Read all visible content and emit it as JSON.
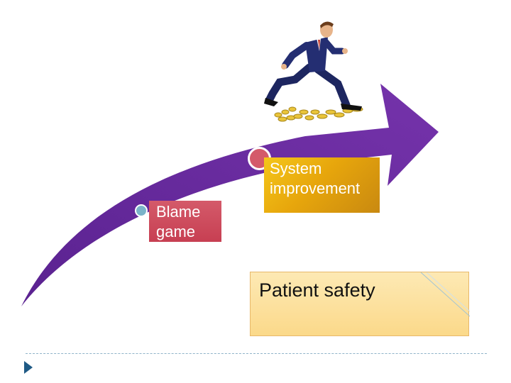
{
  "diagram": {
    "stages": [
      {
        "label": "Blame\ngame"
      },
      {
        "label": "System\nimprovement"
      },
      {
        "label": "Patient safety"
      }
    ],
    "colors": {
      "arrow": "#6a2ea0",
      "blame_box": "#c94457",
      "system_box": "#e9a70e",
      "safety_box": "#fbe0a0",
      "footer": "#1f5a85"
    },
    "illustration": "running-businessman-with-coins"
  }
}
